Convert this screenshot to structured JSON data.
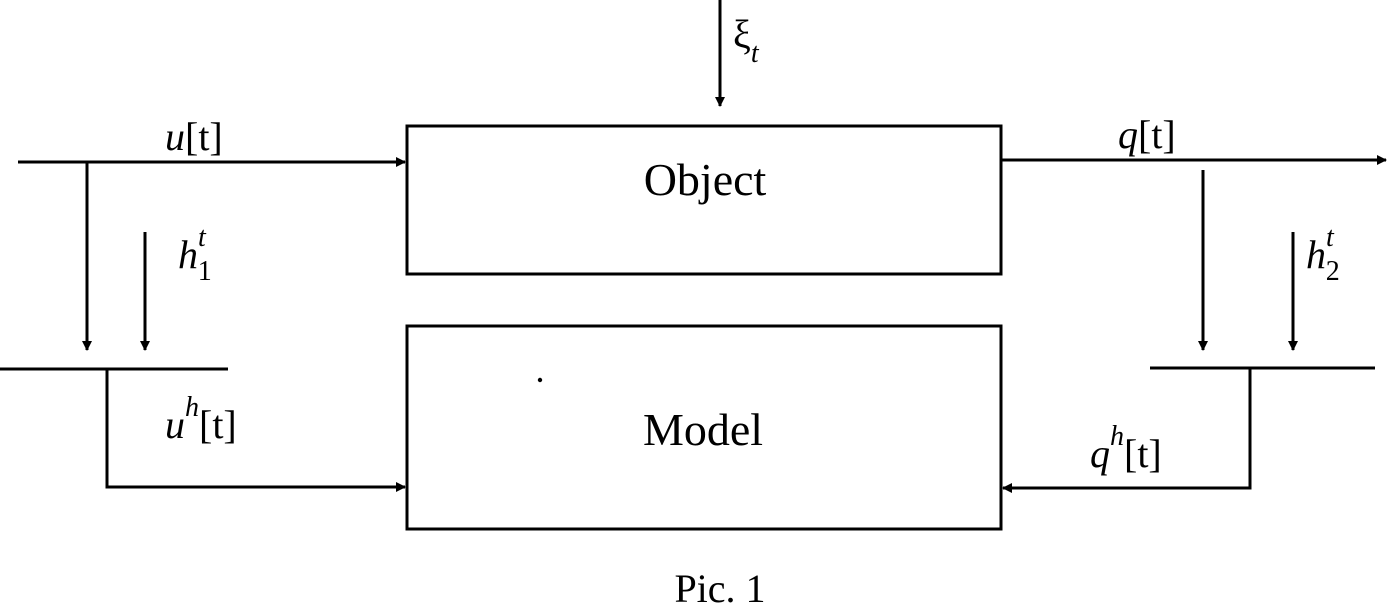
{
  "blocks": {
    "object": "Object",
    "model": "Model"
  },
  "signals": {
    "input": {
      "base": "u",
      "arg": "[t]"
    },
    "disturbance": {
      "base": "ξ",
      "sub": "t"
    },
    "output": {
      "base": "q",
      "arg": "[t]"
    },
    "input_noise": {
      "base": "h",
      "sub": "1",
      "sup": "t"
    },
    "output_noise": {
      "base": "h",
      "sub": "2",
      "sup": "t"
    },
    "observed_input": {
      "base": "u",
      "sup": "h",
      "arg": "[t]"
    },
    "observed_output": {
      "base": "q",
      "sup": "h",
      "arg": "[t]"
    }
  },
  "caption": "Pic. 1"
}
